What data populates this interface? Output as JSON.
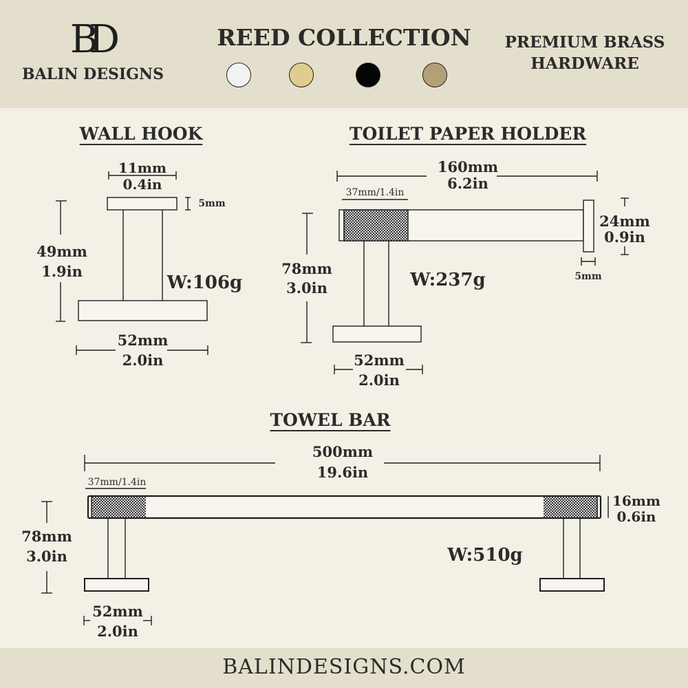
{
  "brand": {
    "logo_text": "BD",
    "name": "BALIN DESIGNS"
  },
  "header": {
    "title": "REED COLLECTION",
    "tagline_line1": "PREMIUM BRASS",
    "tagline_line2": "HARDWARE"
  },
  "swatches": [
    {
      "name": "chrome",
      "color": "#f2f2f2"
    },
    {
      "name": "brushed-gold",
      "color": "#e0cc8e"
    },
    {
      "name": "matte-black",
      "color": "#050505"
    },
    {
      "name": "antique-brass",
      "color": "#b59f76"
    }
  ],
  "wall_hook": {
    "title": "WALL HOOK",
    "top_width_mm": "11mm",
    "top_width_in": "0.4in",
    "plate_thickness": "5mm",
    "height_mm": "49mm",
    "height_in": "1.9in",
    "base_mm": "52mm",
    "base_in": "2.0in",
    "weight": "W:106g"
  },
  "toilet_paper_holder": {
    "title": "TOILET PAPER HOLDER",
    "length_mm": "160mm",
    "length_in": "6.2in",
    "knurl": "37mm/1.4in",
    "end_mm": "24mm",
    "end_in": "0.9in",
    "end_thickness": "5mm",
    "height_mm": "78mm",
    "height_in": "3.0in",
    "base_mm": "52mm",
    "base_in": "2.0in",
    "weight": "W:237g"
  },
  "towel_bar": {
    "title": "TOWEL BAR",
    "length_mm": "500mm",
    "length_in": "19.6in",
    "knurl": "37mm/1.4in",
    "dia_mm": "16mm",
    "dia_in": "0.6in",
    "height_mm": "78mm",
    "height_in": "3.0in",
    "base_mm": "52mm",
    "base_in": "2.0in",
    "weight": "W:510g"
  },
  "footer": {
    "website": "BALINDESIGNS.COM"
  }
}
